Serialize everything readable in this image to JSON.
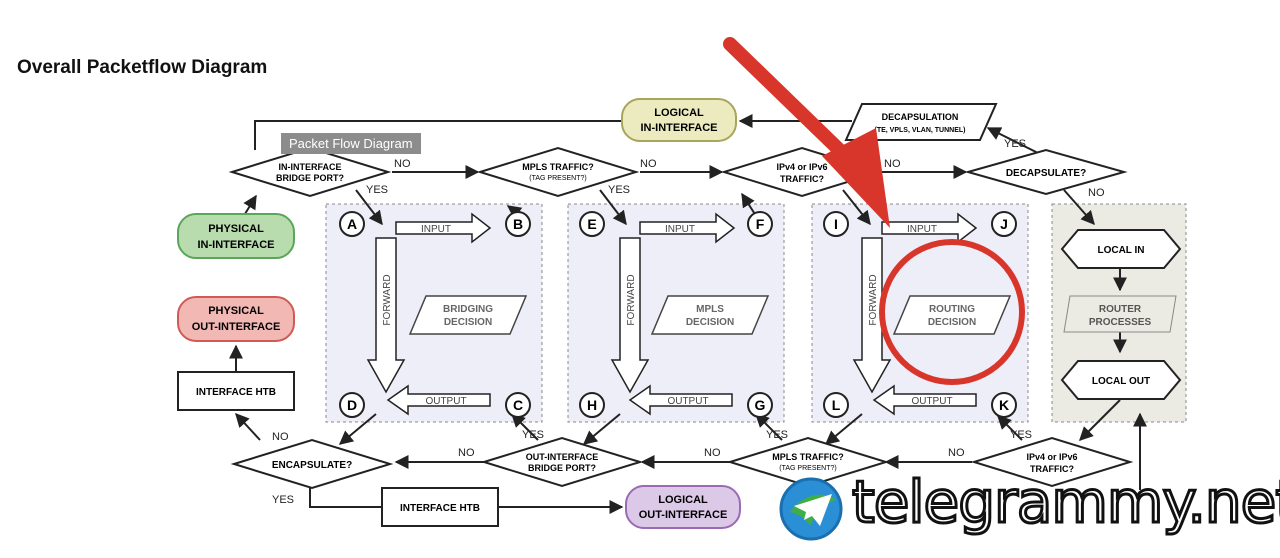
{
  "page": {
    "title": "Overall Packetflow Diagram"
  },
  "tooltip": "Packet Flow Diagram",
  "nodes": {
    "logical_in": [
      "LOGICAL",
      "IN-INTERFACE"
    ],
    "decapsulation": [
      "DECAPSULATION",
      "(TE, VPLS, VLAN, TUNNEL)"
    ],
    "in_bridge_port": [
      "IN-INTERFACE",
      "BRIDGE PORT?"
    ],
    "mpls_traffic_top": [
      "MPLS TRAFFIC?",
      "(TAG PRESENT?)"
    ],
    "ipv_top": [
      "IPv4 or IPv6",
      "TRAFFIC?"
    ],
    "decapsulate": [
      "DECAPSULATE?"
    ],
    "physical_in": [
      "PHYSICAL",
      "IN-INTERFACE"
    ],
    "physical_out": [
      "PHYSICAL",
      "OUT-INTERFACE"
    ],
    "interface_htb_left": [
      "INTERFACE HTB"
    ],
    "encapsulate": [
      "ENCAPSULATE?"
    ],
    "out_bridge_port": [
      "OUT-INTERFACE",
      "BRIDGE PORT?"
    ],
    "mpls_traffic_bottom": [
      "MPLS TRAFFIC?",
      "(TAG PRESENT?)"
    ],
    "ipv_bottom": [
      "IPv4 or IPv6",
      "TRAFFIC?"
    ],
    "interface_htb_bottom": [
      "INTERFACE HTB"
    ],
    "logical_out": [
      "LOGICAL",
      "OUT-INTERFACE"
    ],
    "bridging_decision": [
      "BRIDGING",
      "DECISION"
    ],
    "mpls_decision": [
      "MPLS",
      "DECISION"
    ],
    "routing_decision": [
      "ROUTING",
      "DECISION"
    ],
    "local_in": [
      "LOCAL IN"
    ],
    "router_processes": [
      "ROUTER",
      "PROCESSES"
    ],
    "local_out": [
      "LOCAL OUT"
    ]
  },
  "edge_labels": {
    "yes": "YES",
    "no": "NO"
  },
  "arrow_labels": {
    "input": "INPUT",
    "output": "OUTPUT",
    "forward": "FORWARD"
  },
  "letters": [
    "A",
    "B",
    "C",
    "D",
    "E",
    "F",
    "G",
    "H",
    "I",
    "J",
    "K",
    "L"
  ],
  "colors": {
    "physical_in_fill": "#b9dcae",
    "physical_in_stroke": "#5aa55a",
    "physical_out_fill": "#f2b8b4",
    "physical_out_stroke": "#d05a55",
    "logical_in_fill": "#ecebc0",
    "logical_in_stroke": "#a9a55a",
    "logical_out_fill": "#dcc9e8",
    "logical_out_stroke": "#9a6bb4",
    "panel_fill": "#eeeef8",
    "router_panel_fill": "#ebebe4",
    "highlight_red": "#d9362b"
  },
  "watermark": "telegrammy.net"
}
